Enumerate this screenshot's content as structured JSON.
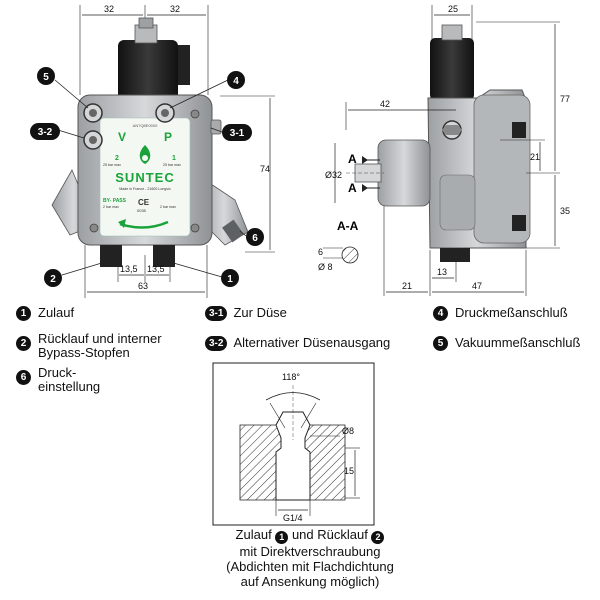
{
  "front_view": {
    "dims": {
      "top_left": "32",
      "top_right": "32",
      "height": "74",
      "bottom_left": "13,5",
      "bottom_right": "13,5",
      "width": "63"
    },
    "callouts": {
      "c5": "5",
      "c4": "4",
      "c3_2": "3-2",
      "c3_1": "3-1",
      "c2": "2",
      "c1": "1",
      "c6": "6"
    },
    "label_plate": {
      "serial": "AN7Q8E0000",
      "port_v": "V",
      "port_p": "P",
      "port_2": "2",
      "port_2_rating": "25 bar max",
      "port_1": "1",
      "port_1_rating": "25 bar max",
      "brand": "SUNTEC",
      "origin": "Made in France - 21600 Longvic",
      "bypass": "BY- PASS",
      "bypass_rating": "2 bar max",
      "ce_number": "0035",
      "rating_right": "2 bar max"
    }
  },
  "side_view": {
    "dims": {
      "top": "25",
      "left_width": "42",
      "height_top": "77",
      "mid": "21",
      "height_bottom": "35",
      "shaft_dia": "Ø32",
      "key": "6",
      "shaft_small": "Ø 8",
      "bottom_13": "13",
      "bottom_21": "21",
      "bottom_47": "47"
    },
    "section_marker": "A",
    "section_title": "A-A"
  },
  "legend": {
    "l1_badge": "1",
    "l1_text": "Zulauf",
    "l2_badge": "2",
    "l2_text_line1": "Rücklauf und interner",
    "l2_text_line2": "Bypass-Stopfen",
    "l6_badge": "6",
    "l6_text_line1": "Druck-",
    "l6_text_line2": "einstellung",
    "l31_badge": "3-1",
    "l31_text": "Zur Düse",
    "l32_badge": "3-2",
    "l32_text": "Alternativer Düsenausgang",
    "l4_badge": "4",
    "l4_text": "Druckmeßanschluß",
    "l5_badge": "5",
    "l5_text": "Vakuummeßanschluß"
  },
  "detail": {
    "angle": "118°",
    "dia": "Ø8",
    "depth": "15",
    "thread": "G1/4"
  },
  "caption": {
    "line1_a": "Zulauf",
    "line1_badge_a": "1",
    "line1_b": "und Rücklauf",
    "line1_badge_b": "2",
    "line2": "mit Direktverschraubung",
    "line3": "(Abdichten mit Flachdichtung",
    "line4": "auf Ansenkung möglich)"
  },
  "colors": {
    "body": "#c9cbcd",
    "body_dark": "#8e9194",
    "coil": "#2a2a2a",
    "label_bg": "#f4f8f2",
    "label_green": "#1aa33a"
  }
}
